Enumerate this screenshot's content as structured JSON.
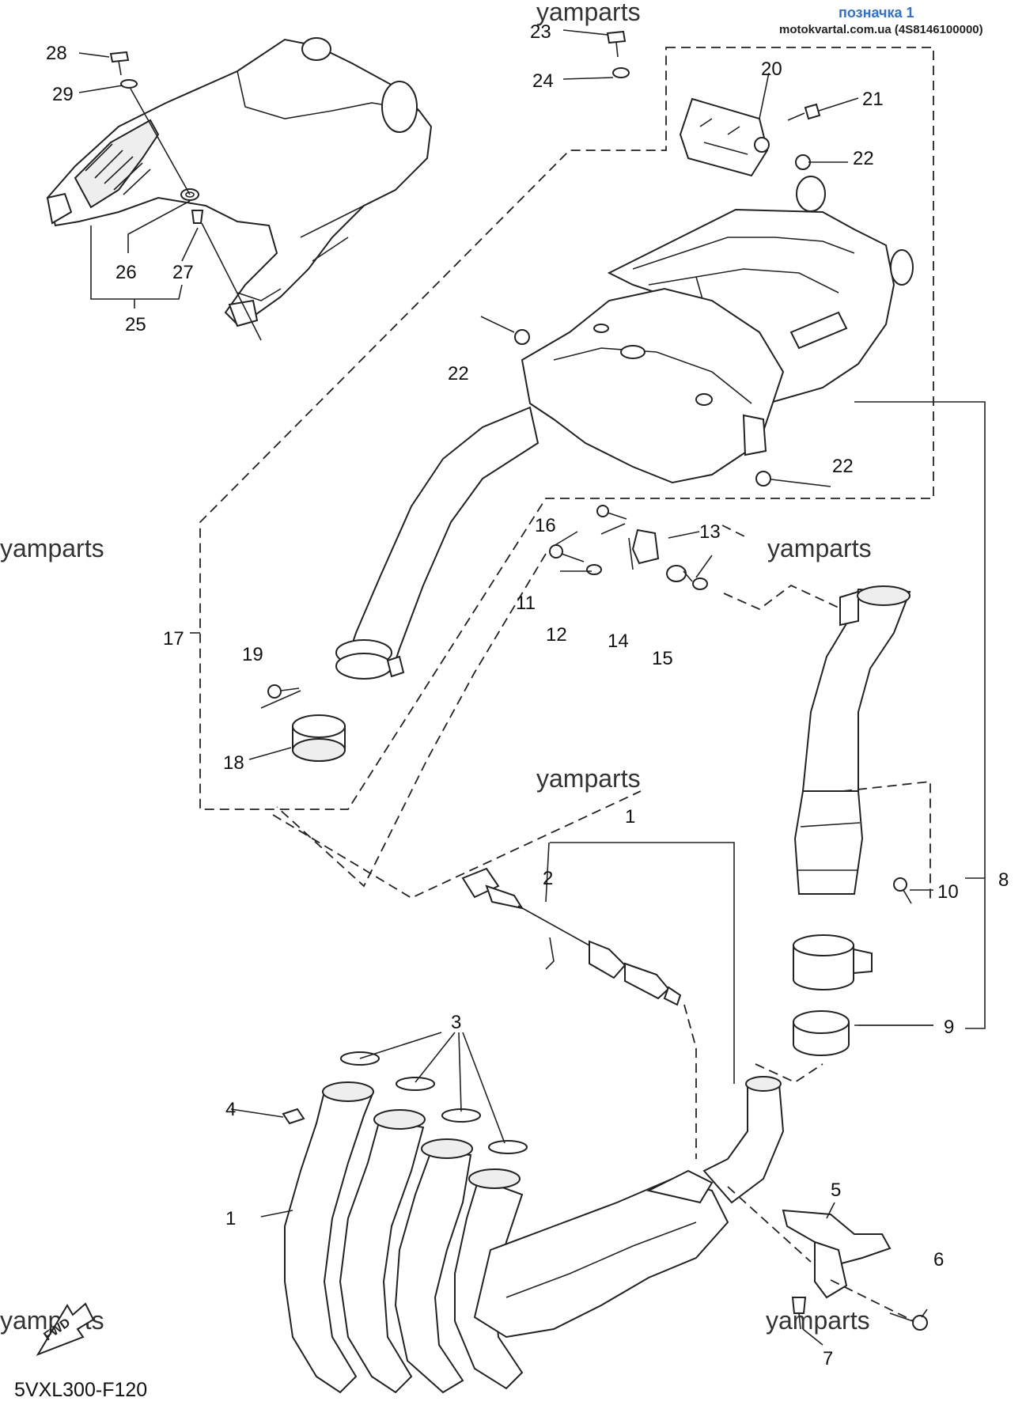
{
  "header": {
    "badge": "позначка 1",
    "source": "motokvartal.com.ua (4S8146100000)"
  },
  "watermark": "yamparts",
  "diagram_code": "5VXL300-F120",
  "fwd_label": "FWD",
  "callouts": {
    "c1a": "1",
    "c1b": "1",
    "c2": "2",
    "c3": "3",
    "c4": "4",
    "c5": "5",
    "c6": "6",
    "c7": "7",
    "c8": "8",
    "c9": "9",
    "c10": "10",
    "c11": "11",
    "c12": "12",
    "c13": "13",
    "c14": "14",
    "c15": "15",
    "c16": "16",
    "c17": "17",
    "c18": "18",
    "c19": "19",
    "c20": "20",
    "c21": "21",
    "c22a": "22",
    "c22b": "22",
    "c22c": "22",
    "c23": "23",
    "c24": "24",
    "c25": "25",
    "c26": "26",
    "c27": "27",
    "c28": "28",
    "c29": "29"
  }
}
